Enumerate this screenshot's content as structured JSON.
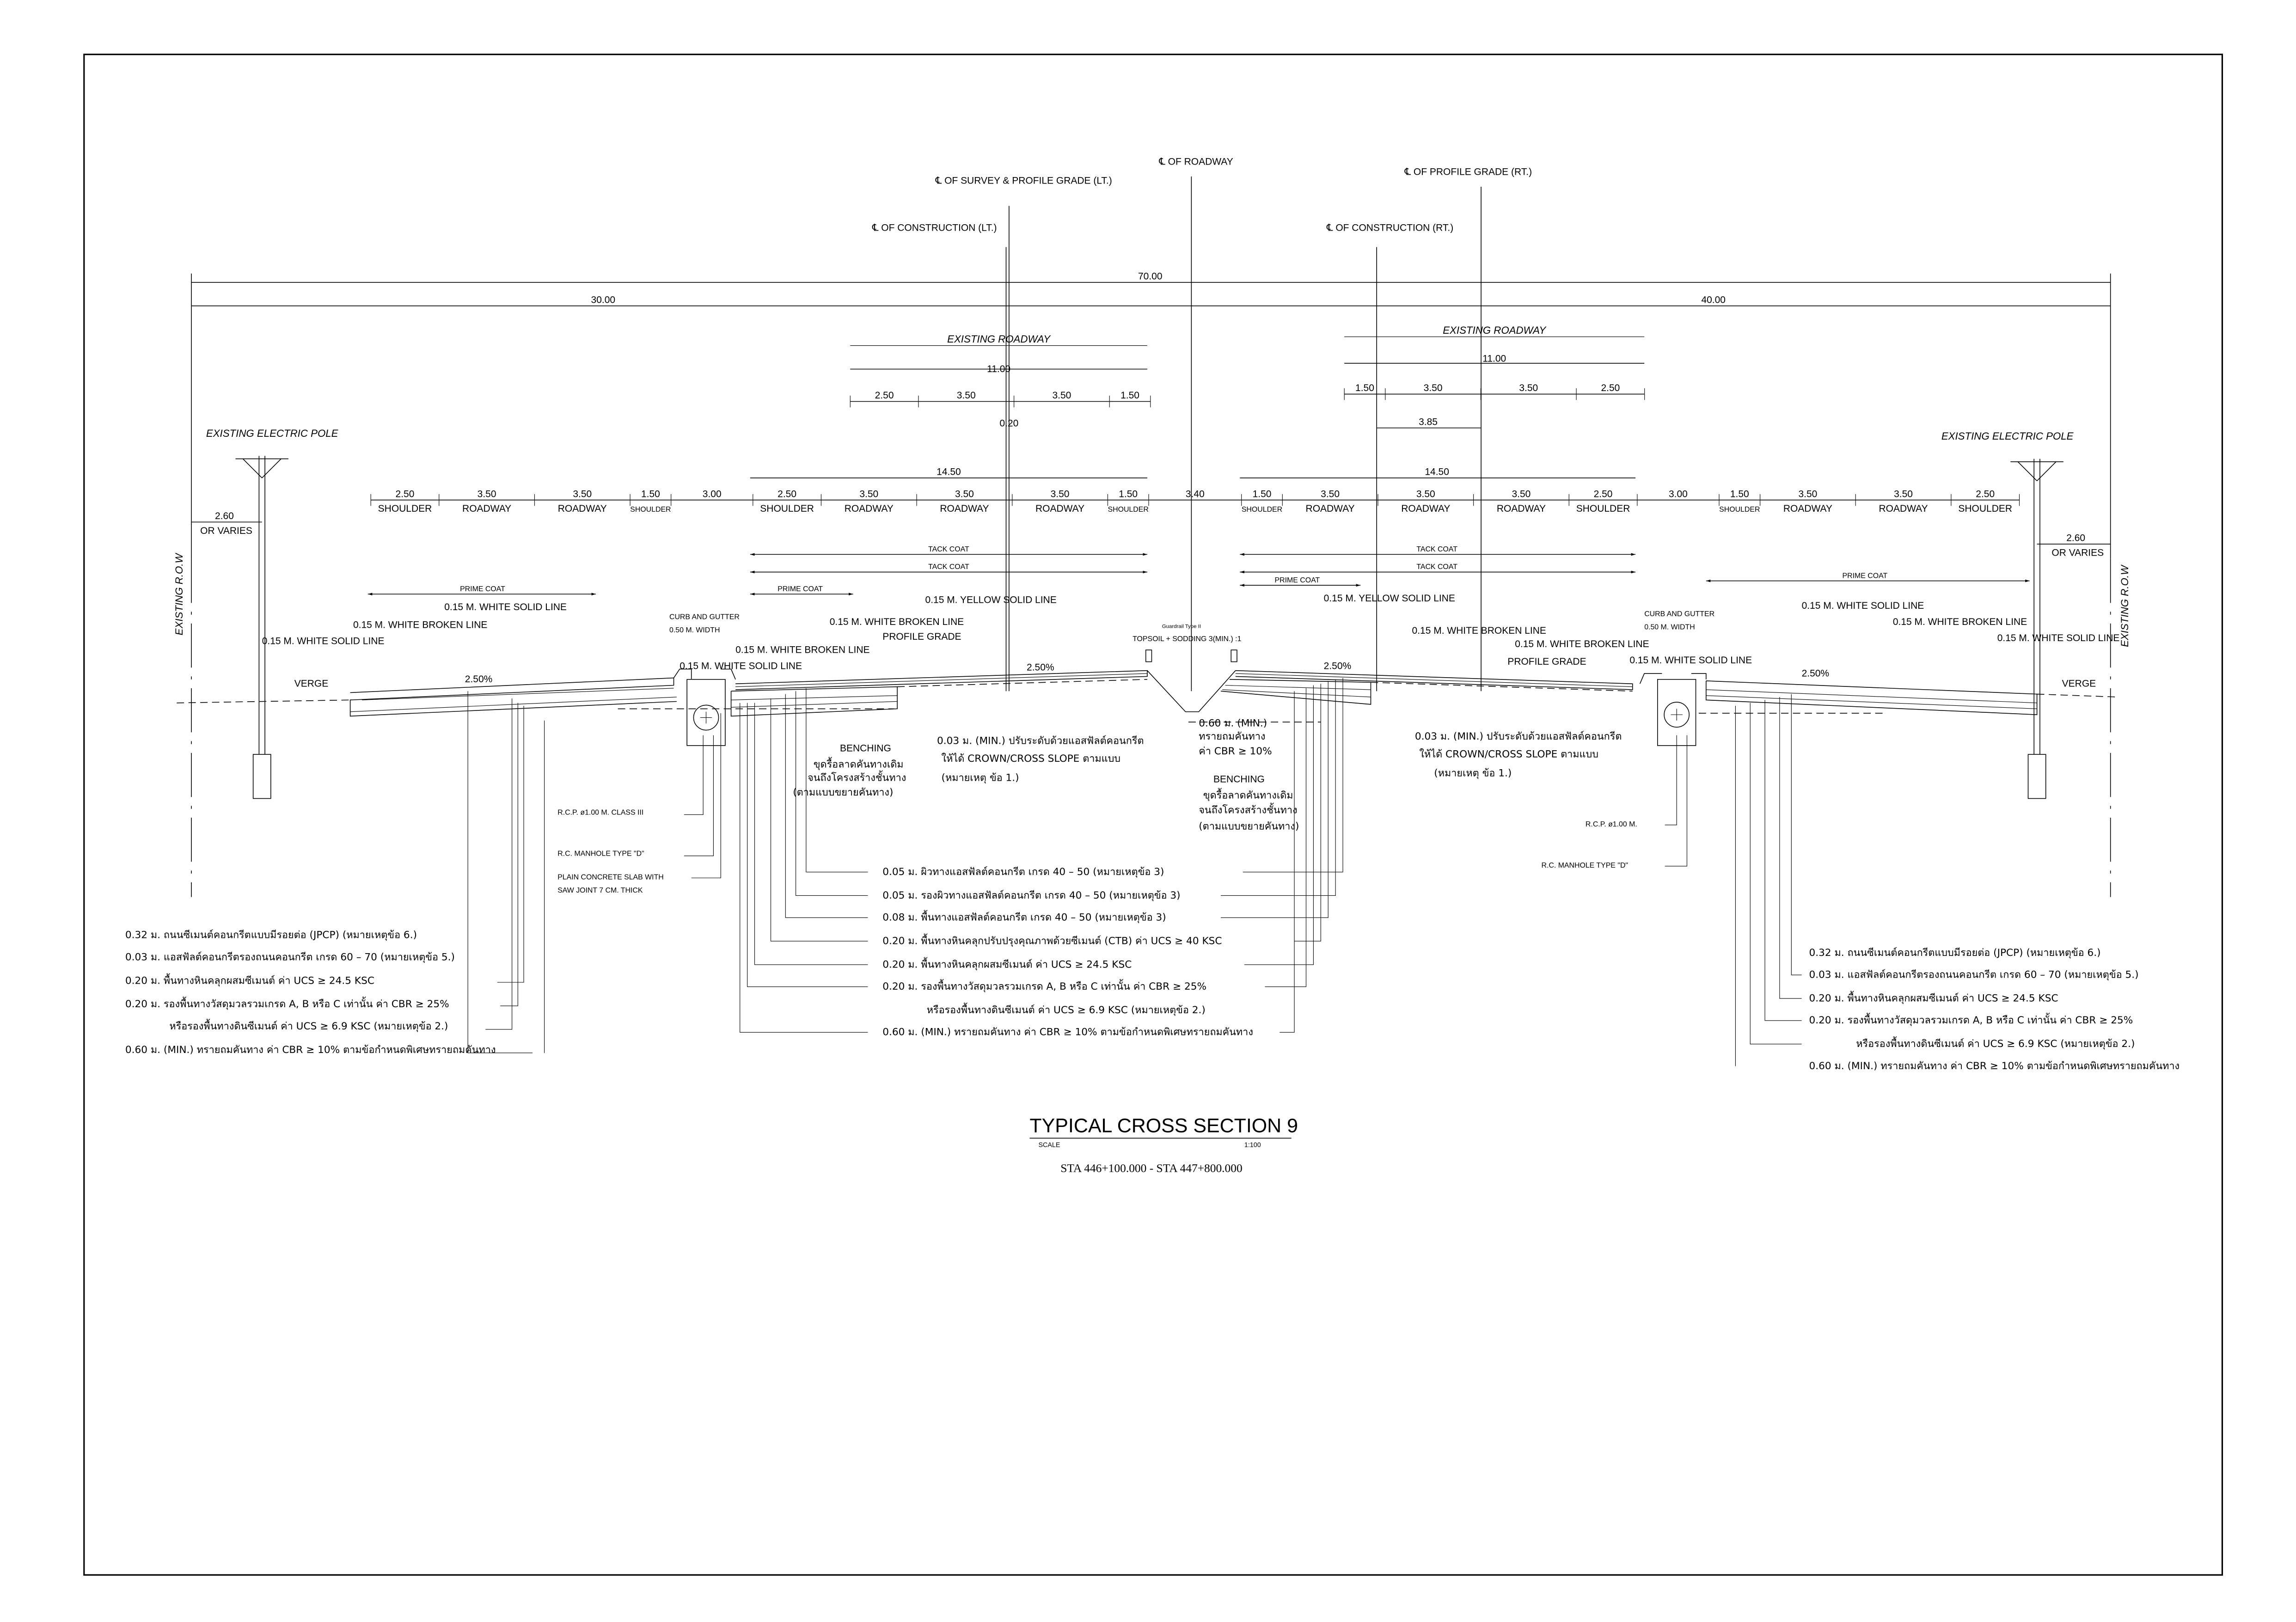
{
  "centerlines": {
    "roadway": "℄ OF ROADWAY",
    "survey_lt": "℄ OF SURVEY & PROFILE GRADE (LT.)",
    "profile_rt": "℄ OF PROFILE GRADE (RT.)",
    "construction_lt": "℄ OF CONSTRUCTION (LT.)",
    "construction_rt": "℄ OF CONSTRUCTION (RT.)"
  },
  "overall_dims": {
    "total": "70.00",
    "left": "30.00",
    "right": "40.00"
  },
  "existing_roadway": {
    "label": "EXISTING ROADWAY",
    "left": {
      "total": "11.00",
      "segments": [
        {
          "v": 2.5,
          "t": "2.50"
        },
        {
          "v": 3.5,
          "t": "3.50"
        },
        {
          "v": 3.5,
          "t": "3.50"
        },
        {
          "v": 1.5,
          "t": "1.50"
        }
      ],
      "offset": "0.20"
    },
    "right": {
      "total": "11.00",
      "segments": [
        {
          "v": 1.5,
          "t": "1.50"
        },
        {
          "v": 3.5,
          "t": "3.50"
        },
        {
          "v": 3.5,
          "t": "3.50"
        },
        {
          "v": 2.5,
          "t": "2.50"
        }
      ],
      "offset": "3.85"
    }
  },
  "main_dims": [
    {
      "v": 2.5,
      "t": "2.50",
      "label": "SHOULDER"
    },
    {
      "v": 3.5,
      "t": "3.50",
      "label": "ROADWAY"
    },
    {
      "v": 3.5,
      "t": "3.50",
      "label": "ROADWAY"
    },
    {
      "v": 1.5,
      "t": "1.50",
      "label": "SHOULDER"
    },
    {
      "v": 3.0,
      "t": "3.00",
      "label": ""
    },
    {
      "v": 2.5,
      "t": "2.50",
      "label": "SHOULDER"
    },
    {
      "v": 3.5,
      "t": "3.50",
      "label": "ROADWAY"
    },
    {
      "v": 3.5,
      "t": "3.50",
      "label": "ROADWAY"
    },
    {
      "v": 3.5,
      "t": "3.50",
      "label": "ROADWAY"
    },
    {
      "v": 1.5,
      "t": "1.50",
      "label": "SHOULDER"
    },
    {
      "v": 3.4,
      "t": "3.40",
      "label": ""
    },
    {
      "v": 1.5,
      "t": "1.50",
      "label": "SHOULDER"
    },
    {
      "v": 3.5,
      "t": "3.50",
      "label": "ROADWAY"
    },
    {
      "v": 3.5,
      "t": "3.50",
      "label": "ROADWAY"
    },
    {
      "v": 3.5,
      "t": "3.50",
      "label": "ROADWAY"
    },
    {
      "v": 2.5,
      "t": "2.50",
      "label": "SHOULDER"
    },
    {
      "v": 3.0,
      "t": "3.00",
      "label": ""
    },
    {
      "v": 1.5,
      "t": "1.50",
      "label": "SHOULDER"
    },
    {
      "v": 3.5,
      "t": "3.50",
      "label": "ROADWAY"
    },
    {
      "v": 3.5,
      "t": "3.50",
      "label": "ROADWAY"
    },
    {
      "v": 2.5,
      "t": "2.50",
      "label": "SHOULDER"
    }
  ],
  "carriageway_width": "14.50",
  "row_offset": {
    "value": "2.60",
    "note": "OR VARIES"
  },
  "coats": {
    "tack": "TACK COAT",
    "prime": "PRIME COAT"
  },
  "poles": {
    "label": "EXISTING ELECTRIC POLE",
    "row": "EXISTING R.O.W"
  },
  "annotations": {
    "white_solid": "0.15 M. WHITE SOLID LINE",
    "white_broken": "0.15 M. WHITE BROKEN LINE",
    "yellow_solid": "0.15 M. YELLOW SOLID LINE",
    "profile_grade": "PROFILE GRADE",
    "verge": "VERGE",
    "slope": "2.50%",
    "curb1": "CURB AND GUTTER",
    "curb2": "0.50 M. WIDTH",
    "guardrail": "Guardrail Type II",
    "topsoil": "TOPSOIL + SODDING 3(MIN.) :1",
    "benching": "BENCHING",
    "benching_th": [
      "ขุดรื้อลาดคันทางเดิม",
      "จนถึงโครงสร้างชั้นทาง",
      "(ตามแบบขยายคันทาง)"
    ],
    "level_th": [
      "0.03 ม. (MIN.) ปรับระดับด้วยแอสฟัลต์คอนกรีต",
      "ให้ได้ CROWN/CROSS SLOPE ตามแบบ",
      "(หมายเหตุ ข้อ 1.)"
    ],
    "fill_th": [
      "0.60 ม. (MIN.)",
      "ทรายถมคันทาง",
      "ค่า CBR ≥ 10%"
    ],
    "rcp_lt": "R.C.P. ø1.00 M. CLASS III",
    "rcp_rt": "R.C.P. ø1.00 M.",
    "manhole": "R.C. MANHOLE TYPE \"D\"",
    "slab1": "PLAIN CONCRETE SLAB WITH",
    "slab2": "SAW JOINT 7 CM. THICK"
  },
  "layers_outer": [
    "0.32 ม. ถนนซีเมนต์คอนกรีตแบบมีรอยต่อ (JPCP) (หมายเหตุข้อ 6.)",
    "0.03 ม. แอสฟัลต์คอนกรีตรองถนนคอนกรีต เกรด 60 – 70 (หมายเหตุข้อ 5.)",
    "0.20 ม. พื้นทางหินคลุกผสมซีเมนต์ ค่า UCS ≥ 24.5 KSC",
    "0.20 ม. รองพื้นทางวัสดุมวลรวมเกรด A, B หรือ C เท่านั้น ค่า CBR ≥ 25%",
    "หรือรองพื้นทางดินซีเมนต์ ค่า UCS ≥ 6.9 KSC (หมายเหตุข้อ 2.)",
    "0.60 ม. (MIN.) ทรายถมคันทาง ค่า CBR ≥ 10% ตามข้อกำหนดพิเศษทรายถมคันทาง"
  ],
  "layers_main": [
    "0.05 ม. ผิวทางแอสฟัลต์คอนกรีต เกรด 40 – 50 (หมายเหตุข้อ 3)",
    "0.05 ม. รองผิวทางแอสฟัลต์คอนกรีต เกรด 40 – 50 (หมายเหตุข้อ 3)",
    "0.08 ม. พื้นทางแอสฟัลต์คอนกรีต เกรด 40 – 50 (หมายเหตุข้อ 3)",
    "0.20 ม. พื้นทางหินคลุกปรับปรุงคุณภาพด้วยซีเมนต์ (CTB) ค่า UCS ≥ 40 KSC",
    "0.20 ม. พื้นทางหินคลุกผสมซีเมนต์ ค่า UCS ≥ 24.5 KSC",
    "0.20 ม. รองพื้นทางวัสดุมวลรวมเกรด A, B หรือ C เท่านั้น ค่า CBR ≥ 25%",
    "หรือรองพื้นทางดินซีเมนต์ ค่า UCS ≥ 6.9 KSC (หมายเหตุข้อ 2.)",
    "0.60 ม. (MIN.) ทรายถมคันทาง ค่า CBR ≥ 10% ตามข้อกำหนดพิเศษทรายถมคันทาง"
  ],
  "title": {
    "main": "TYPICAL CROSS SECTION 9",
    "scale_label": "SCALE",
    "scale": "1:100",
    "station": "STA  446+100.000 - STA 447+800.000"
  }
}
